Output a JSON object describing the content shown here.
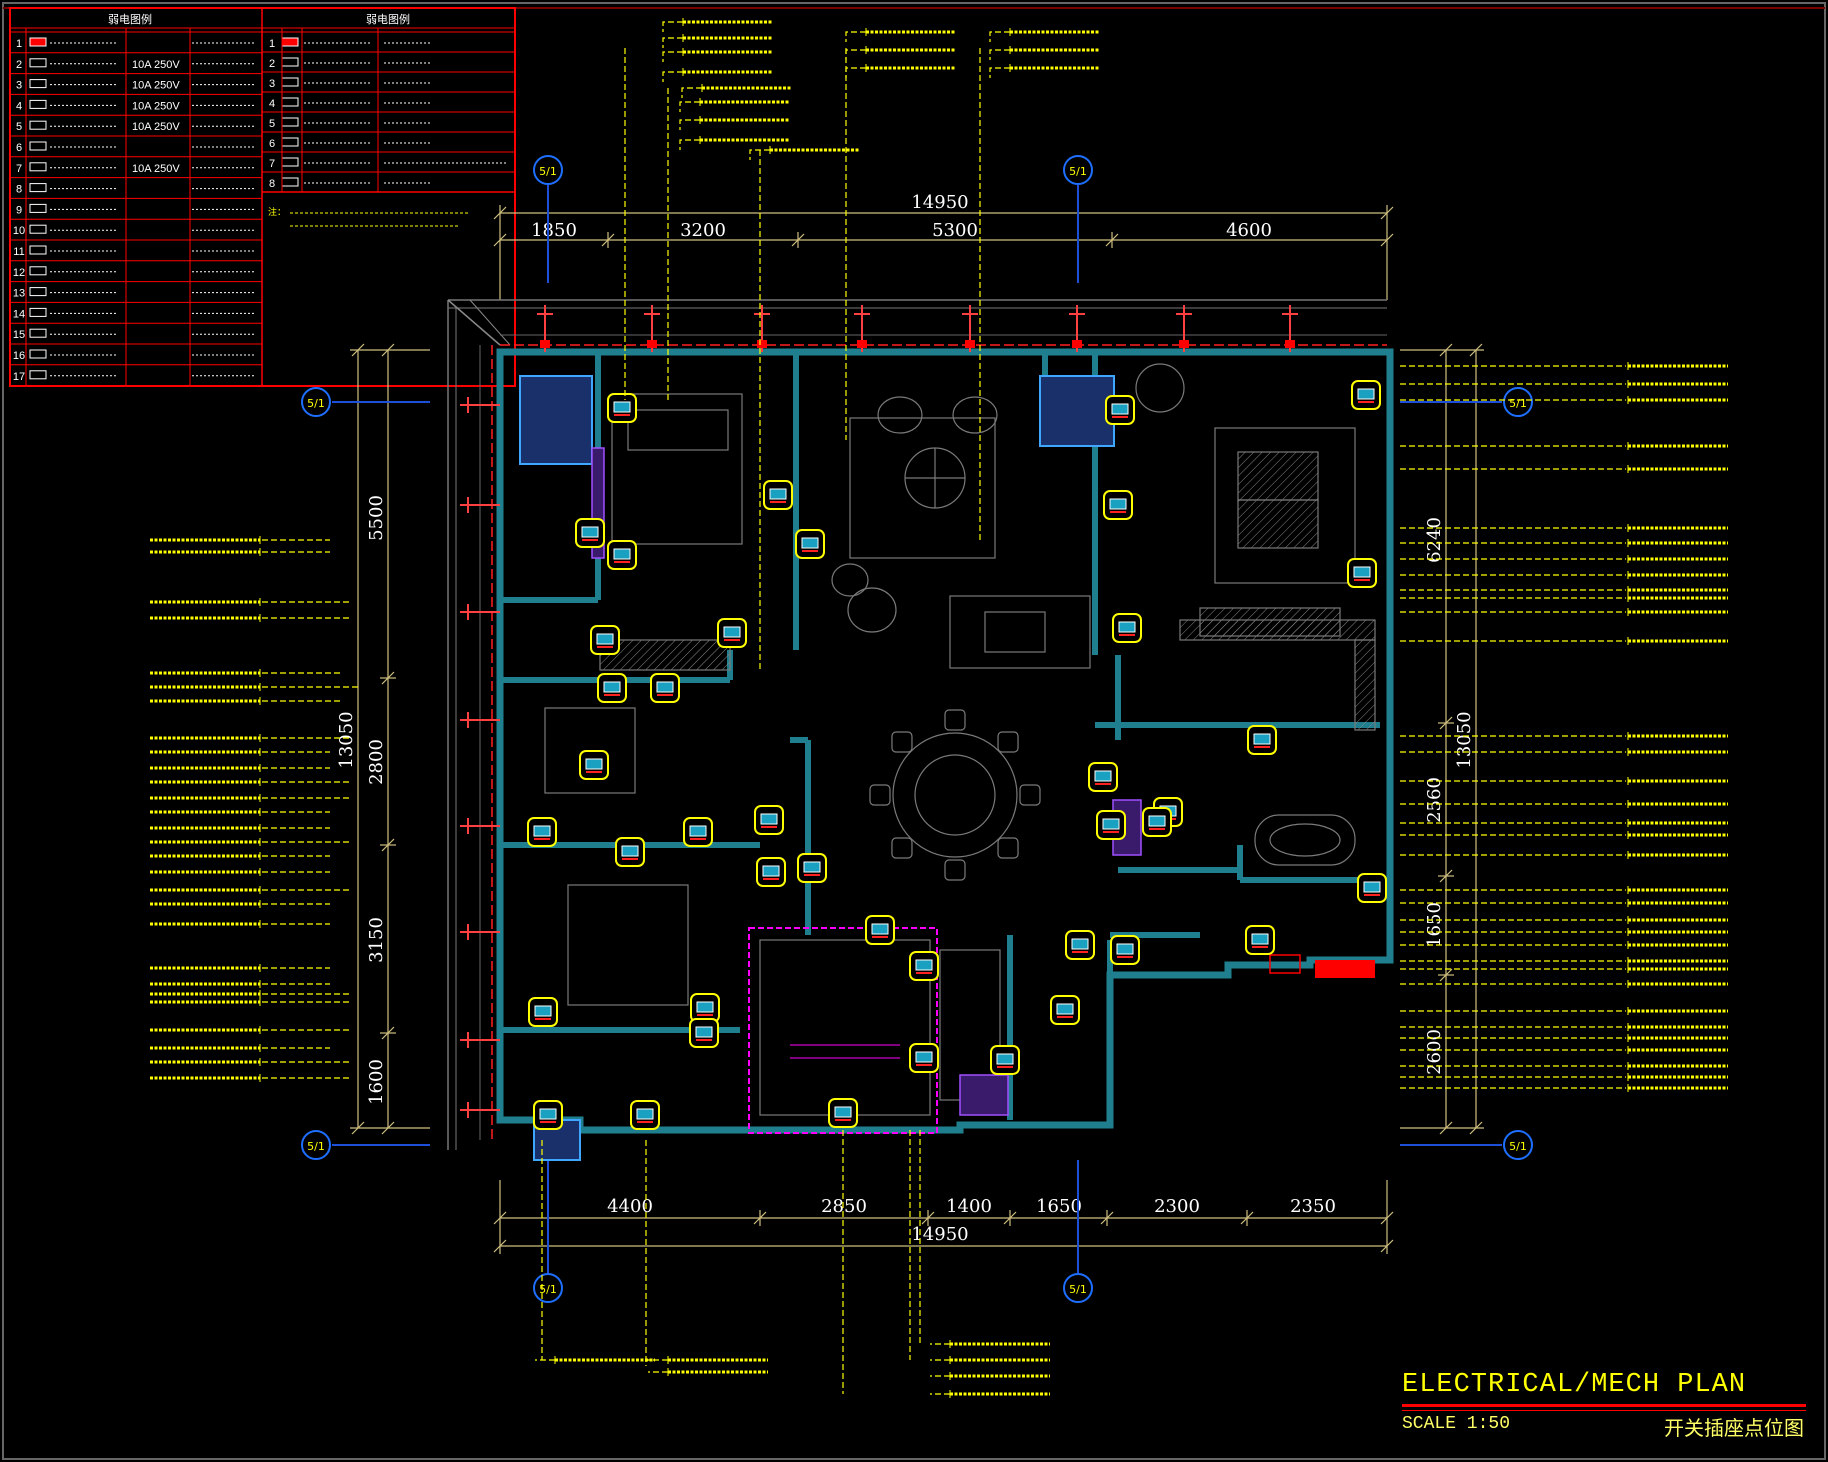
{
  "drawing": {
    "title": "ELECTRICAL/MECH PLAN",
    "scale": "SCALE 1:50",
    "title_cn": "开关插座点位图"
  },
  "dimensions": {
    "top_total": "14950",
    "top_segments": [
      "1850",
      "3200",
      "5300",
      "4600"
    ],
    "bottom_total": "14950",
    "bottom_segments": [
      "4400",
      "2850",
      "1400",
      "1650",
      "2300",
      "2350"
    ],
    "left_total": "13050",
    "left_segments": [
      "5500",
      "2800",
      "3150",
      "1600"
    ],
    "right_total": "13050",
    "right_segments": [
      "6240",
      "2560",
      "1650",
      "2600"
    ]
  },
  "legend": {
    "weak_title": "弱电图例",
    "strong_title": "弱电图例",
    "rows_left": [
      {
        "no": "1",
        "rating": ""
      },
      {
        "no": "2",
        "rating": "10A 250V"
      },
      {
        "no": "3",
        "rating": "10A 250V"
      },
      {
        "no": "4",
        "rating": "10A 250V"
      },
      {
        "no": "5",
        "rating": "10A 250V"
      },
      {
        "no": "6",
        "rating": ""
      },
      {
        "no": "7",
        "rating": "10A 250V"
      },
      {
        "no": "8",
        "rating": ""
      },
      {
        "no": "9",
        "rating": ""
      },
      {
        "no": "10",
        "rating": ""
      },
      {
        "no": "11",
        "rating": ""
      },
      {
        "no": "12",
        "rating": ""
      },
      {
        "no": "13",
        "rating": ""
      },
      {
        "no": "14",
        "rating": ""
      },
      {
        "no": "15",
        "rating": ""
      },
      {
        "no": "16",
        "rating": ""
      },
      {
        "no": "17",
        "rating": ""
      }
    ],
    "rows_right": [
      "1",
      "2",
      "3",
      "4",
      "5",
      "6",
      "7",
      "8"
    ]
  },
  "callout_tags": [
    "5/1",
    "5/1",
    "5/1",
    "5/1",
    "5/1",
    "5/1",
    "5/1",
    "5/1"
  ],
  "colors": {
    "background": "#000000",
    "wall": "#1f7f8f",
    "dimension": "#d0c080",
    "annotation": "#ffff00",
    "legend_border": "#ff0000",
    "axis": "#1e4fd8",
    "magenta": "#ff00ff",
    "furniture": "#7a7a7a"
  }
}
